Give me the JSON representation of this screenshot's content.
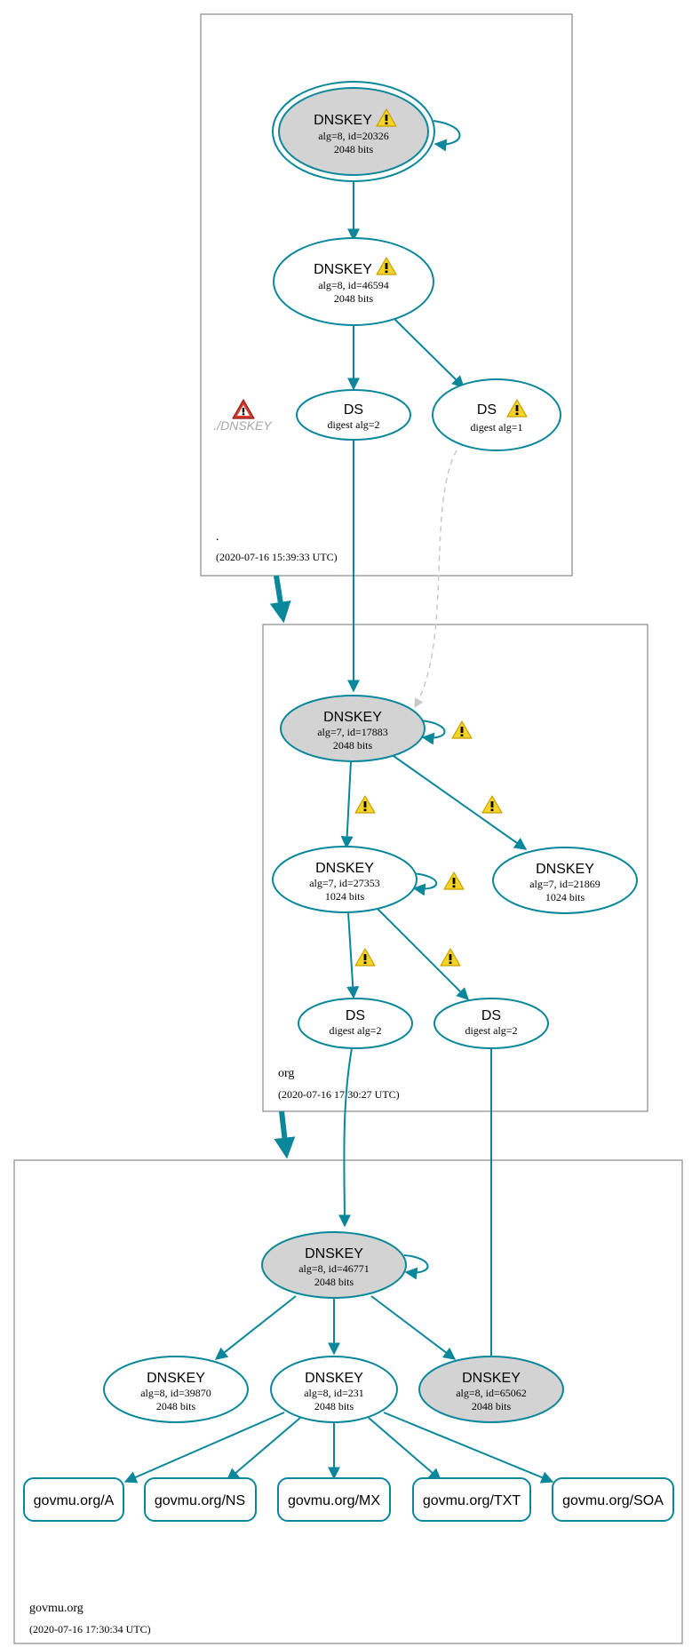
{
  "zones": {
    "root": {
      "name": ".",
      "timestamp": "(2020-07-16 15:39:33 UTC)"
    },
    "org": {
      "name": "org",
      "timestamp": "(2020-07-16 17:30:27 UTC)"
    },
    "govmu": {
      "name": "govmu.org",
      "timestamp": "(2020-07-16 17:30:34 UTC)"
    }
  },
  "root": {
    "ksk": {
      "title": "DNSKEY",
      "detail": "alg=8, id=20326",
      "size": "2048 bits"
    },
    "zsk": {
      "title": "DNSKEY",
      "detail": "alg=8, id=46594",
      "size": "2048 bits"
    },
    "ds_a": {
      "title": "DS",
      "detail": "digest alg=2"
    },
    "ds_b": {
      "title": "DS",
      "detail": "digest alg=1"
    },
    "missing": {
      "label": "./DNSKEY"
    }
  },
  "org": {
    "ksk": {
      "title": "DNSKEY",
      "detail": "alg=7, id=17883",
      "size": "2048 bits"
    },
    "zsk_a": {
      "title": "DNSKEY",
      "detail": "alg=7, id=27353",
      "size": "1024 bits"
    },
    "zsk_b": {
      "title": "DNSKEY",
      "detail": "alg=7, id=21869",
      "size": "1024 bits"
    },
    "ds_a": {
      "title": "DS",
      "detail": "digest alg=2"
    },
    "ds_b": {
      "title": "DS",
      "detail": "digest alg=2"
    }
  },
  "govmu": {
    "ksk": {
      "title": "DNSKEY",
      "detail": "alg=8, id=46771",
      "size": "2048 bits"
    },
    "key_a": {
      "title": "DNSKEY",
      "detail": "alg=8, id=39870",
      "size": "2048 bits"
    },
    "key_b": {
      "title": "DNSKEY",
      "detail": "alg=8, id=231",
      "size": "2048 bits"
    },
    "key_c": {
      "title": "DNSKEY",
      "detail": "alg=8, id=65062",
      "size": "2048 bits"
    },
    "records": [
      "govmu.org/A",
      "govmu.org/NS",
      "govmu.org/MX",
      "govmu.org/TXT",
      "govmu.org/SOA"
    ]
  },
  "colors": {
    "edge": "#0a879a",
    "ksk_fill": "#d3d3d3",
    "warning": "#f5d327",
    "error": "#d63a2f",
    "dashed_edge": "#c8c8c8"
  }
}
